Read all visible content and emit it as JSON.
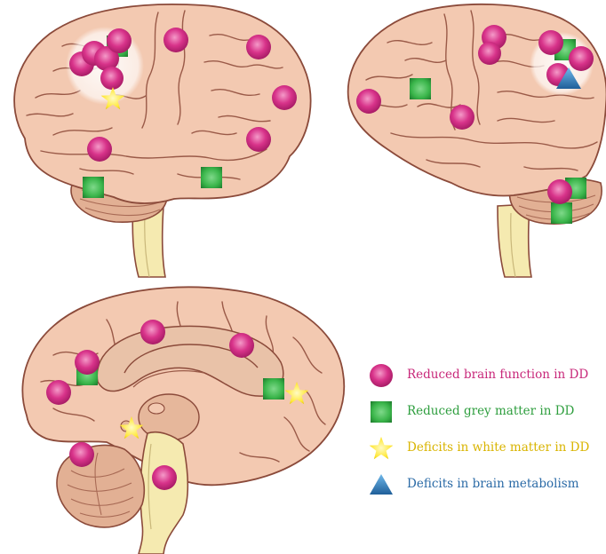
{
  "legend": [
    {
      "label": "Reduced brain function in DD",
      "marker": "circle",
      "color": "#c8287a"
    },
    {
      "label": "Reduced grey matter in DD",
      "marker": "square",
      "color": "#2e9e3e"
    },
    {
      "label": "Deficits in white matter in DD",
      "marker": "star",
      "color": "#d9b400"
    },
    {
      "label": "Deficits in brain metabolism",
      "marker": "triangle",
      "color": "#2a6aa6"
    }
  ],
  "colors": {
    "brain_fill": "#f3c9b1",
    "brain_outline": "#8b4a3a",
    "stem_fill": "#f5eab0",
    "cerebellum_fill": "#e2b094",
    "circle_marker": "#d8338a",
    "square_marker": "#3ab54a",
    "star_marker": "#ffe83a",
    "triangle_marker": "#2f83c6"
  },
  "icons": [
    "circle-marker-icon",
    "square-marker-icon",
    "star-marker-icon",
    "triangle-marker-icon"
  ]
}
